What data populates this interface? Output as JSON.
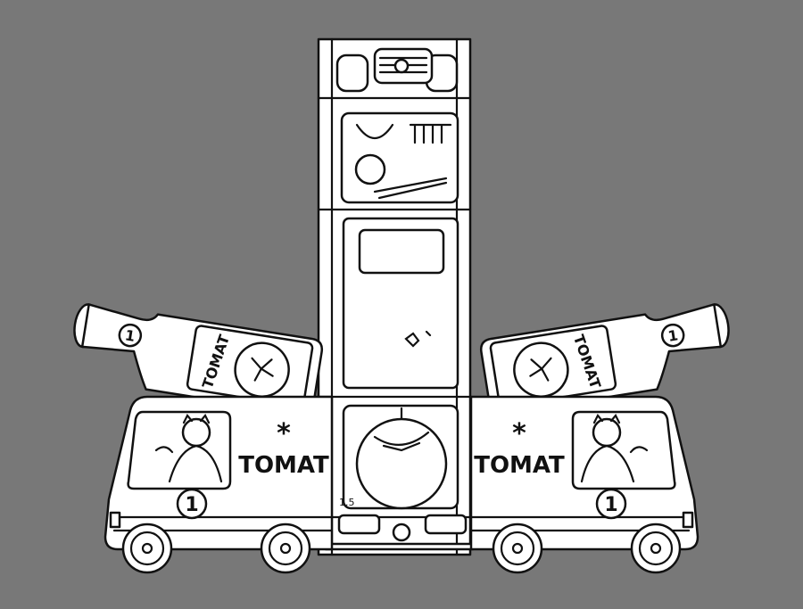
{
  "background_color": "#787878",
  "line_color": "#111111",
  "artwork": {
    "brand_text": "TOMAT",
    "asterisk": "*",
    "truck_number": "1",
    "bottle_number": "1",
    "scale_label": "1.5"
  }
}
